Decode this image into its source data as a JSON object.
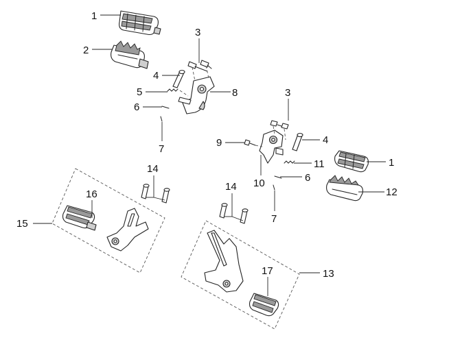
{
  "callouts": {
    "c1a": "1",
    "c2": "2",
    "c3a": "3",
    "c4a": "4",
    "c5": "5",
    "c6a": "6",
    "c7a": "7",
    "c8": "8",
    "c3b": "3",
    "c9": "9",
    "c4b": "4",
    "c10": "10",
    "c11": "11",
    "c1b": "1",
    "c6b": "6",
    "c12": "12",
    "c7b": "7",
    "c14a": "14",
    "c16": "16",
    "c15": "15",
    "c14b": "14",
    "c17": "17",
    "c13": "13"
  },
  "colors": {
    "line": "#222222",
    "part_fill": "#ffffff",
    "shade": "#9a9a9a"
  }
}
